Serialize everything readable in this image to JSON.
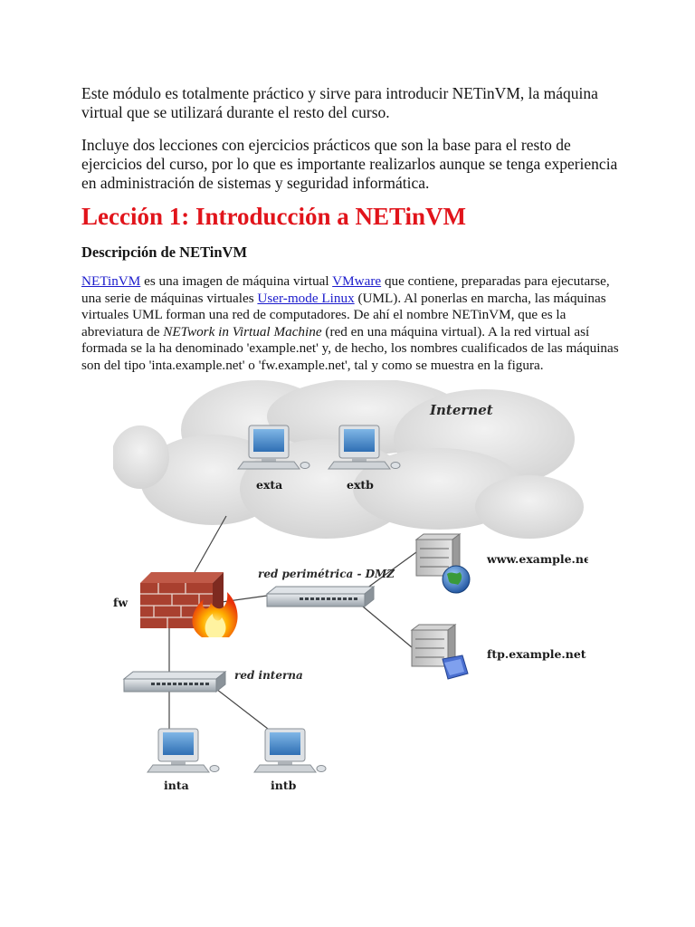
{
  "intro": {
    "p1": "Este módulo es totalmente práctico y sirve para introducir NETinVM, la máquina virtual que se utilizará durante el resto del curso.",
    "p2": "Incluye dos lecciones con ejercicios prácticos que son la base para el resto de ejercicios del curso, por lo que es importante realizarlos aunque se tenga experiencia en administración de sistemas y seguridad informática."
  },
  "lesson": {
    "title": "Lección 1: Introducción a NETinVM",
    "subtitle": "Descripción de NETinVM"
  },
  "body": {
    "link_netinvm": "NETinVM",
    "t1": " es una imagen de máquina virtual ",
    "link_vmware": "VMware",
    "t2": " que contiene, preparadas para ejecutarse, una serie de máquinas virtuales ",
    "link_uml": "User-mode Linux",
    "t3": " (UML). Al ponerlas en marcha, las máquinas virtuales UML forman una red de computadores. De ahí el nombre NETinVM, que es la abreviatura de ",
    "em": "NETwork in Virtual Machine",
    "t4": " (red en una máquina virtual). A la red virtual así formada se la ha denominado 'example.net' y, de hecho, los nombres cualificados de las máquinas son del tipo 'inta.example.net' o 'fw.example.net', tal y como se muestra en la figura."
  },
  "diagram": {
    "internet": "Internet",
    "exta": "exta",
    "extb": "extb",
    "fw": "fw",
    "dmz": "red perimétrica - DMZ",
    "www": "www.example.net",
    "ftp": "ftp.example.net",
    "interna": "red interna",
    "inta": "inta",
    "intb": "intb"
  }
}
